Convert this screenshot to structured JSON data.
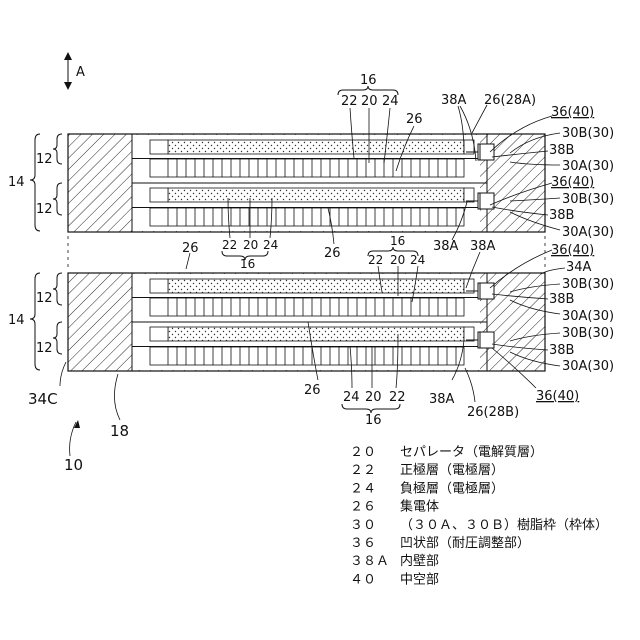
{
  "direction": {
    "label": "A"
  },
  "callouts": {
    "c16_top": "16",
    "c22_top": "22",
    "c20_top": "20",
    "c24_top": "24",
    "c38A_top": "38A",
    "c26_28A": "26(28A)",
    "c36_40_a": "36(40)",
    "c30B_a": "30B(30)",
    "c38B_a": "38B",
    "c30A_a": "30A(30)",
    "c26_top": "26",
    "c36_40_b": "36(40)",
    "c30B_b": "30B(30)",
    "c38B_b": "38B",
    "c30A_b": "30A(30)",
    "c12_a": "12",
    "c12_b": "12",
    "c14_a": "14",
    "c22_mid": "22",
    "c20_mid": "20",
    "c24_mid": "24",
    "c16_mid": "16",
    "c26_mid_left": "26",
    "c26_mid_center": "26",
    "c16_mid2": "16",
    "c22_mid2": "22",
    "c20_mid2": "20",
    "c24_mid2": "24",
    "c38A_mid": "38A",
    "c38A_mid2": "38A",
    "c36_40_c": "36(40)",
    "c34A": "34A",
    "c30B_c": "30B(30)",
    "c38B_c": "38B",
    "c30A_c": "30A(30)",
    "c30B_d": "30B(30)",
    "c38B_d": "38B",
    "c30A_d": "30A(30)",
    "c12_c": "12",
    "c12_d": "12",
    "c14_b": "14",
    "c34C": "34C",
    "c18": "18",
    "c10": "10",
    "c26_bot": "26",
    "c24_bot": "24",
    "c20_bot": "20",
    "c22_bot": "22",
    "c16_bot": "16",
    "c38A_bot": "38A",
    "c26_28B": "26(28B)",
    "c36_40_d": "36(40)"
  },
  "legend": [
    {
      "num": "２０",
      "text": "セパレータ（電解質層）"
    },
    {
      "num": "２２",
      "text": "正極層（電極層）"
    },
    {
      "num": "２４",
      "text": "負極層（電極層）"
    },
    {
      "num": "２６",
      "text": "集電体"
    },
    {
      "num": "３０",
      "text": "（３０Ａ、３０Ｂ）樹脂枠（枠体）"
    },
    {
      "num": "３６",
      "text": "凹状部（耐圧調整部）"
    },
    {
      "num": "３８Ａ",
      "text": "内壁部"
    },
    {
      "num": "４０",
      "text": "中空部"
    }
  ]
}
